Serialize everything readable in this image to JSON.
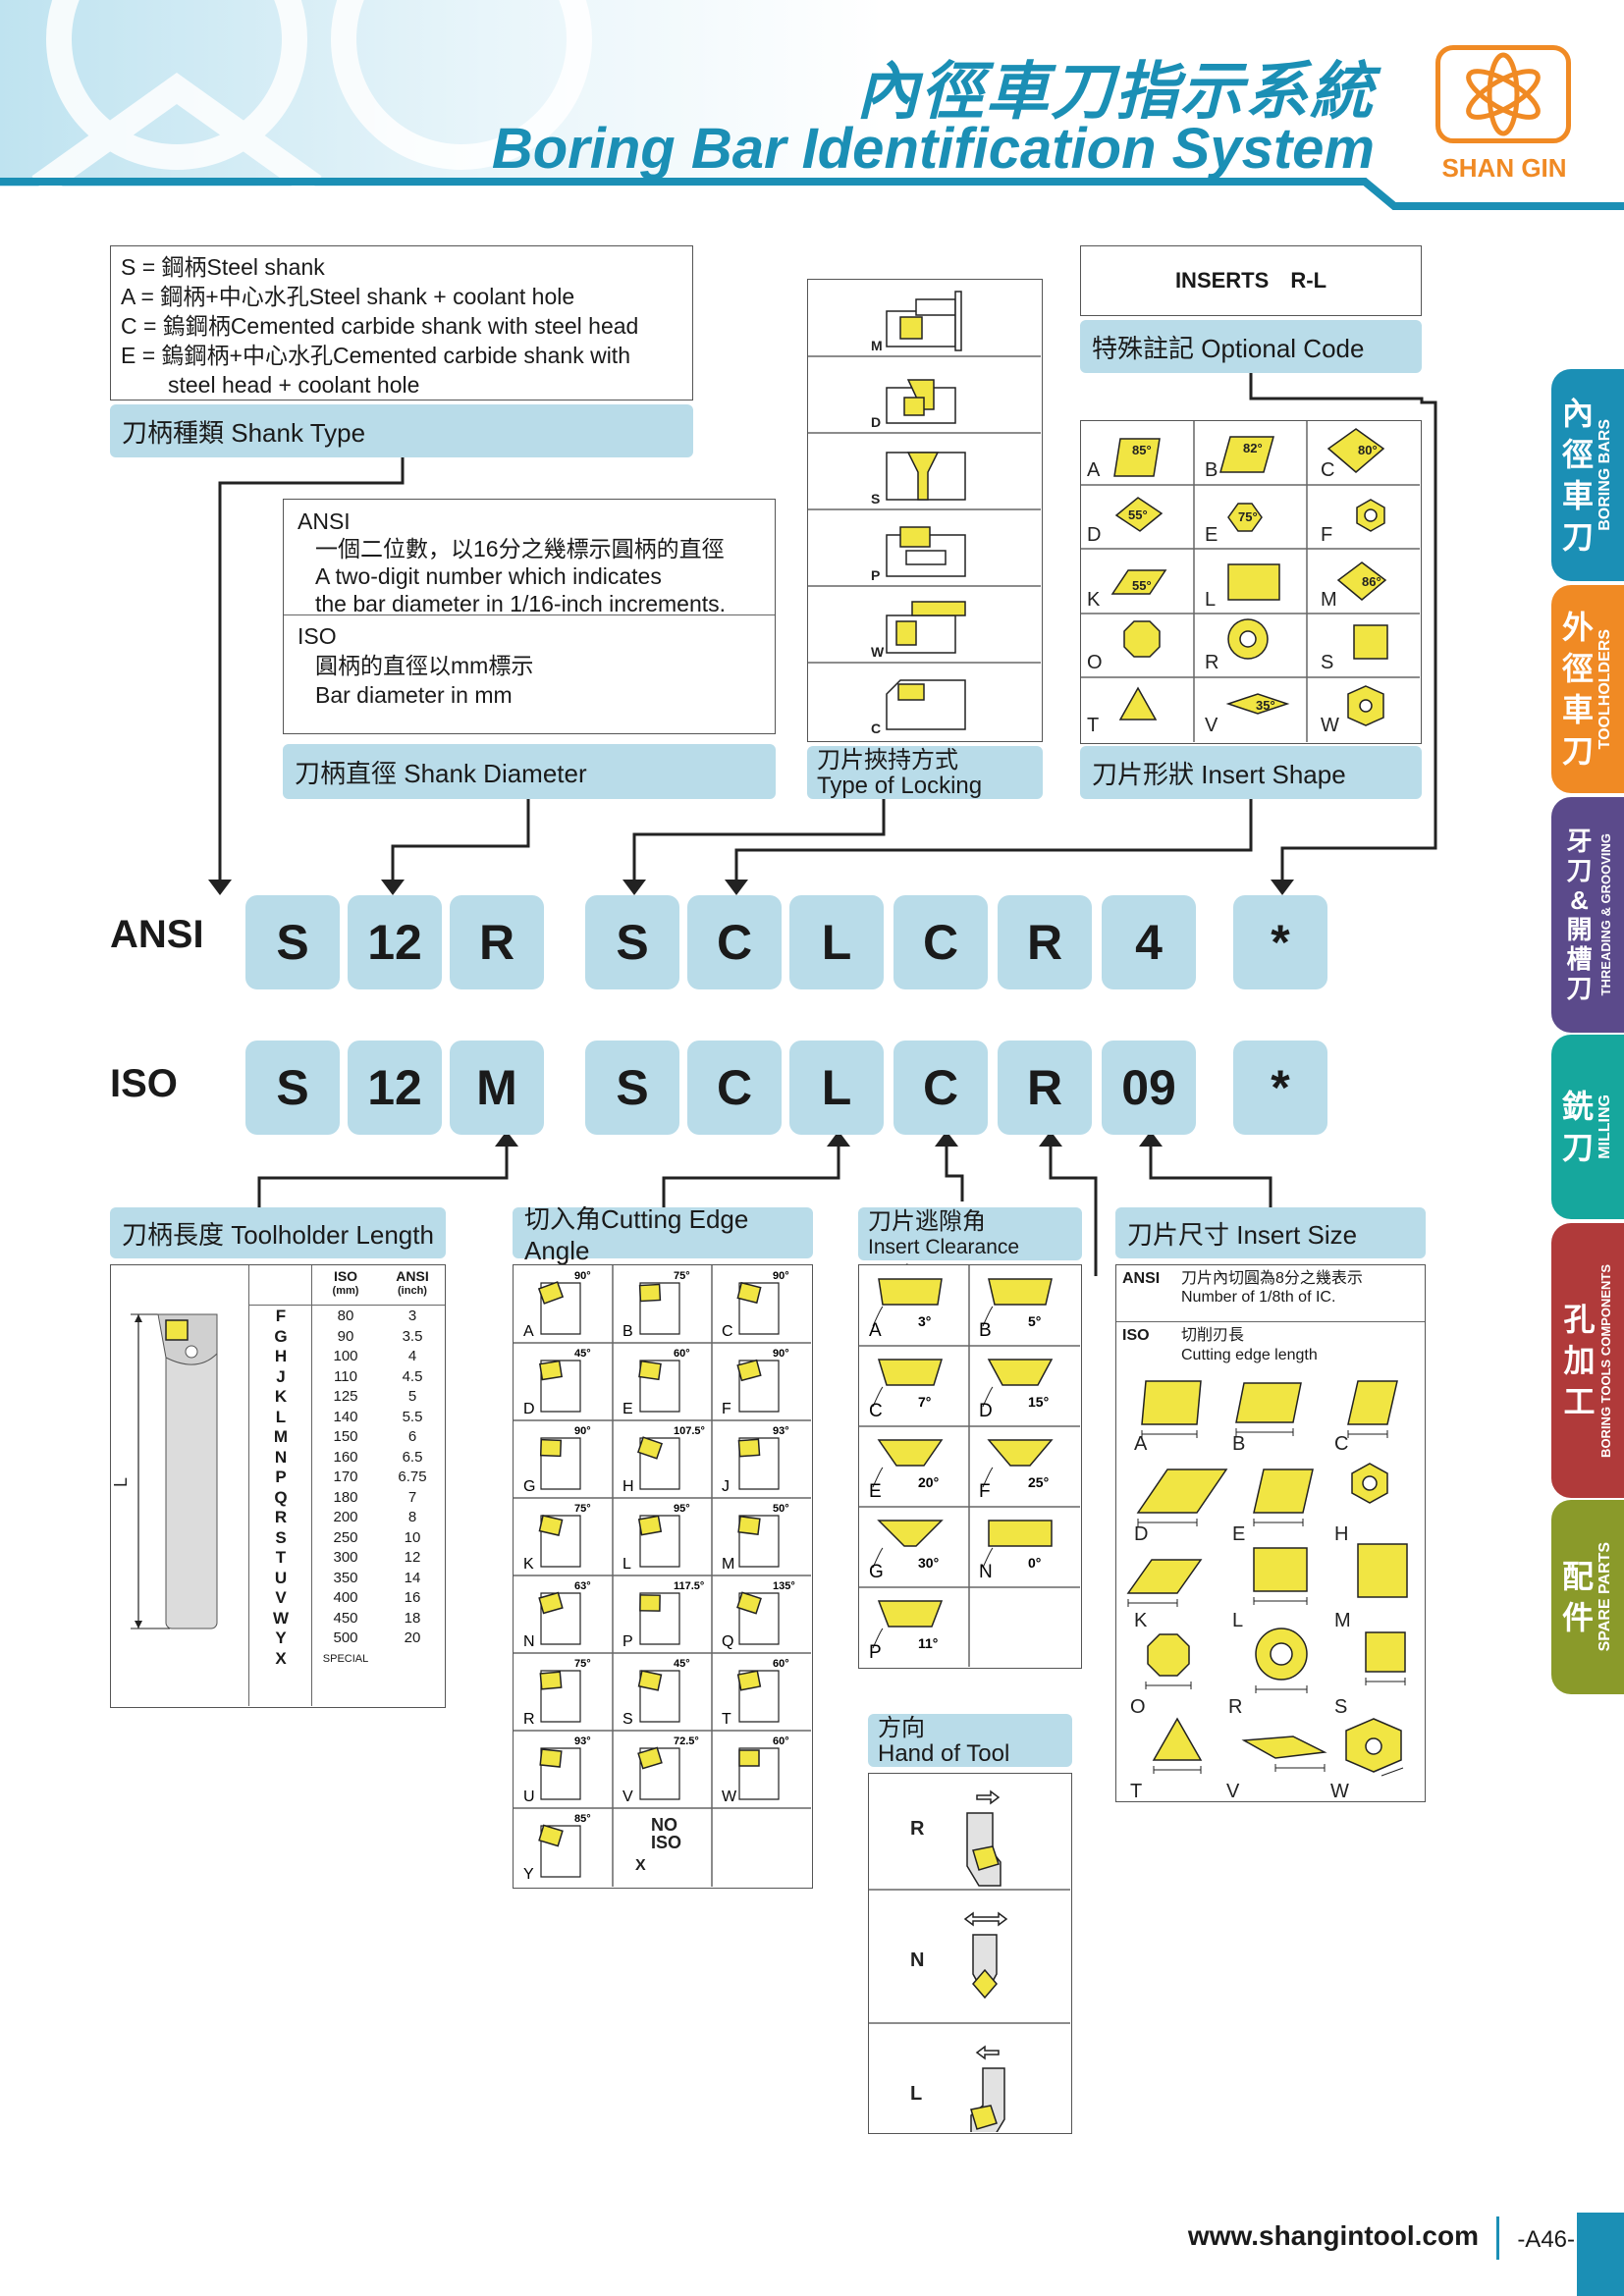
{
  "header": {
    "title_cn": "內徑車刀指示系統",
    "title_en": "Boring Bar Identification System",
    "logo_text": "SHAN GIN",
    "colors": {
      "accent": "#1b8fb5",
      "label_bg": "#b9dce9",
      "insert": "#f1e543",
      "logo": "#f08a24"
    }
  },
  "shank_type": {
    "lines": [
      "S = 鋼柄Steel shank",
      "A = 鋼柄+中心水孔Steel shank + coolant hole",
      "C = 鎢鋼柄Cemented carbide shank with steel head",
      "E = 鎢鋼柄+中心水孔Cemented carbide shank with",
      "steel head + coolant hole"
    ],
    "label": "刀柄種類 Shank Type"
  },
  "shank_diameter": {
    "ansi_title": "ANSI",
    "ansi_cn": "一個二位數，以16分之幾標示圓柄的直徑",
    "ansi_en1": "A two-digit number which indicates",
    "ansi_en2": "the bar diameter in 1/16-inch increments.",
    "iso_title": "ISO",
    "iso_cn": "圓柄的直徑以mm標示",
    "iso_en": "Bar diameter in mm",
    "label": "刀柄直徑 Shank Diameter"
  },
  "locking": {
    "items": [
      "M",
      "D",
      "S",
      "P",
      "W",
      "C"
    ],
    "label_cn": "刀片挾持方式",
    "label_en": "Type of Locking"
  },
  "optional": {
    "box_text": "INSERTS R-L",
    "label": "特殊註記 Optional Code"
  },
  "insert_shape": {
    "cells": [
      {
        "letter": "A",
        "angle": "85°"
      },
      {
        "letter": "B",
        "angle": "82°"
      },
      {
        "letter": "C",
        "angle": "80°"
      },
      {
        "letter": "D",
        "angle": "55°"
      },
      {
        "letter": "E",
        "angle": "75°"
      },
      {
        "letter": "F",
        "angle": ""
      },
      {
        "letter": "K",
        "angle": "55°"
      },
      {
        "letter": "L",
        "angle": ""
      },
      {
        "letter": "M",
        "angle": "86°"
      },
      {
        "letter": "O",
        "angle": ""
      },
      {
        "letter": "R",
        "angle": ""
      },
      {
        "letter": "S",
        "angle": ""
      },
      {
        "letter": "T",
        "angle": ""
      },
      {
        "letter": "V",
        "angle": "35°"
      },
      {
        "letter": "W",
        "angle": ""
      }
    ],
    "label": "刀片形狀 Insert Shape"
  },
  "codes": {
    "ansi_label": "ANSI",
    "iso_label": "ISO",
    "ansi": [
      "S",
      "12",
      "R",
      "S",
      "C",
      "L",
      "C",
      "R",
      "4",
      "*"
    ],
    "iso": [
      "S",
      "12",
      "M",
      "S",
      "C",
      "L",
      "C",
      "R",
      "09",
      "*"
    ]
  },
  "toolholder_length": {
    "label": "刀柄長度 Toolholder Length",
    "dim_label": "L",
    "head_iso": "ISO",
    "head_iso_unit": "(mm)",
    "head_ansi": "ANSI",
    "head_ansi_unit": "(inch)",
    "rows": [
      [
        "F",
        "80",
        "3"
      ],
      [
        "G",
        "90",
        "3.5"
      ],
      [
        "H",
        "100",
        "4"
      ],
      [
        "J",
        "110",
        "4.5"
      ],
      [
        "K",
        "125",
        "5"
      ],
      [
        "L",
        "140",
        "5.5"
      ],
      [
        "M",
        "150",
        "6"
      ],
      [
        "N",
        "160",
        "6.5"
      ],
      [
        "P",
        "170",
        "6.75"
      ],
      [
        "Q",
        "180",
        "7"
      ],
      [
        "R",
        "200",
        "8"
      ],
      [
        "S",
        "250",
        "10"
      ],
      [
        "T",
        "300",
        "12"
      ],
      [
        "U",
        "350",
        "14"
      ],
      [
        "V",
        "400",
        "16"
      ],
      [
        "W",
        "450",
        "18"
      ],
      [
        "Y",
        "500",
        "20"
      ],
      [
        "X",
        "SPECIAL",
        ""
      ]
    ]
  },
  "cutting_angle": {
    "label": "切入角Cutting Edge Angle",
    "cells": [
      {
        "letter": "A",
        "angle": "90°"
      },
      {
        "letter": "B",
        "angle": "75°"
      },
      {
        "letter": "C",
        "angle": "90°"
      },
      {
        "letter": "D",
        "angle": "45°"
      },
      {
        "letter": "E",
        "angle": "60°"
      },
      {
        "letter": "F",
        "angle": "90°"
      },
      {
        "letter": "G",
        "angle": "90°"
      },
      {
        "letter": "H",
        "angle": "107.5°"
      },
      {
        "letter": "J",
        "angle": "93°"
      },
      {
        "letter": "K",
        "angle": "75°"
      },
      {
        "letter": "L",
        "angle": "95°"
      },
      {
        "letter": "M",
        "angle": "50°"
      },
      {
        "letter": "N",
        "angle": "63°"
      },
      {
        "letter": "P",
        "angle": "117.5°"
      },
      {
        "letter": "Q",
        "angle": "135°"
      },
      {
        "letter": "R",
        "angle": "75°"
      },
      {
        "letter": "S",
        "angle": "45°"
      },
      {
        "letter": "T",
        "angle": "60°"
      },
      {
        "letter": "U",
        "angle": "93°"
      },
      {
        "letter": "V",
        "angle": "72.5°"
      },
      {
        "letter": "W",
        "angle": "60°"
      },
      {
        "letter": "Y",
        "angle": "85°"
      }
    ],
    "no_iso_1": "NO",
    "no_iso_2": "ISO",
    "no_iso_letter": "X"
  },
  "clearance": {
    "label_cn": "刀片逃隙角",
    "label_en": "Insert Clearance Angle",
    "cells": [
      {
        "letter": "A",
        "angle": "3°"
      },
      {
        "letter": "B",
        "angle": "5°"
      },
      {
        "letter": "C",
        "angle": "7°"
      },
      {
        "letter": "D",
        "angle": "15°"
      },
      {
        "letter": "E",
        "angle": "20°"
      },
      {
        "letter": "F",
        "angle": "25°"
      },
      {
        "letter": "G",
        "angle": "30°"
      },
      {
        "letter": "N",
        "angle": "0°"
      },
      {
        "letter": "P",
        "angle": "11°"
      }
    ]
  },
  "hand": {
    "label_cn": "方向",
    "label_en": "Hand of Tool",
    "items": [
      "R",
      "N",
      "L"
    ]
  },
  "insert_size": {
    "label": "刀片尺寸 Insert Size",
    "ansi_title": "ANSI",
    "ansi_cn": "刀片內切圓為8分之幾表示",
    "ansi_en": "Number of 1/8th of IC.",
    "iso_title": "ISO",
    "iso_cn": "切削刃長",
    "iso_en": "Cutting edge length",
    "letters": [
      "A",
      "B",
      "C",
      "D",
      "E",
      "H",
      "K",
      "L",
      "M",
      "O",
      "R",
      "S",
      "T",
      "V",
      "W"
    ]
  },
  "tabs": [
    {
      "cn": "內徑車刀",
      "en": "BORING BARS",
      "color": "#1b8fb5"
    },
    {
      "cn": "外徑車刀",
      "en": "TOOLHOLDERS",
      "color": "#f08a24"
    },
    {
      "cn": "牙刀&開槽刀",
      "en": "THREADING & GROOVING",
      "color": "#5b4a8b"
    },
    {
      "cn": "銑刀",
      "en": "MILLING",
      "color": "#16a79d"
    },
    {
      "cn": "孔加工",
      "en": "BORING TOOLS COMPONENTS",
      "color": "#b03a3a"
    },
    {
      "cn": "配件",
      "en": "SPARE PARTS",
      "color": "#8a9a2a"
    }
  ],
  "footer": {
    "url": "www.shangintool.com",
    "page": "-A46-"
  }
}
